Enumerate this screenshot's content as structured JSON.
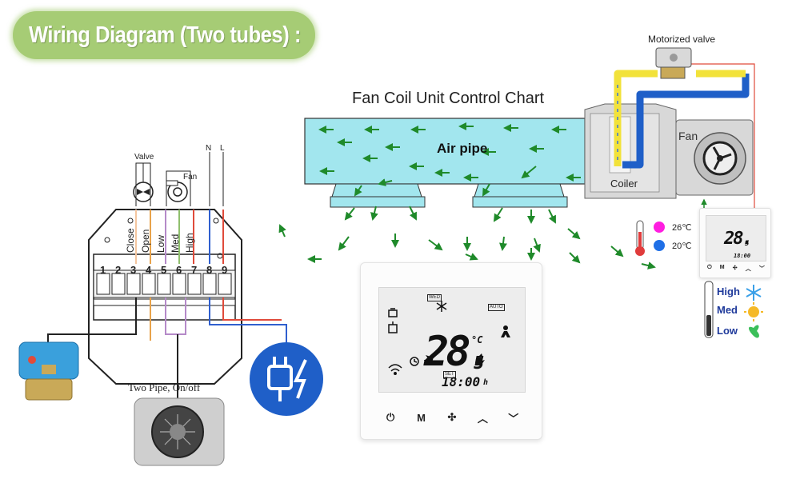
{
  "title": "Wiring Diagram (Two tubes) :",
  "fan_coil": {
    "chart_title": "Fan Coil Unit Control Chart",
    "air_pipe_label": "Air pipe",
    "motorized_valve_label": "Motorized valve",
    "fan_label": "Fan",
    "coiler_label": "Coiler"
  },
  "wiring": {
    "valve_label": "Valve",
    "fan_label": "Fan",
    "n_label": "N",
    "l_label": "L",
    "terminal_labels": [
      "Close",
      "Open",
      "Low",
      "Med",
      "High"
    ],
    "terminal_numbers": [
      "1",
      "2",
      "3",
      "4",
      "5",
      "6",
      "7",
      "8",
      "9"
    ],
    "caption": "Two Pipe, On/off",
    "wire_colors": [
      "#f4c6a0",
      "#e8a34b",
      "#b58ac8",
      "#8fbf6d",
      "#e04b3b",
      "#2f5fcf",
      "#e04b3b"
    ]
  },
  "thermostat_main": {
    "temperature": "28.",
    "temperature_decimal": "5",
    "unit": "°C",
    "time": "18:00",
    "time_unit": "h",
    "tag_wed": "WED",
    "tag_auto": "AUTO",
    "tag_set": "SET",
    "buttons": [
      "⏻",
      "M",
      "✣",
      "︿",
      "﹀"
    ]
  },
  "thermostat_small": {
    "temperature": "28.",
    "temperature_decimal": "5",
    "time": "18:00",
    "buttons": [
      "⏻",
      "M",
      "✣",
      "︿",
      "﹀"
    ]
  },
  "legend": {
    "temp_hot": "26℃",
    "temp_cool": "20℃",
    "speed_high": "High",
    "speed_med": "Med",
    "speed_low": "Low",
    "colors": {
      "hot_dot": "#ff1ee0",
      "cool_dot": "#1f6fe6",
      "air": "#9fe8f0",
      "arrow": "#1f8a2a",
      "hot_pipe": "#f2e23a",
      "cold_pipe": "#1f5fc8"
    }
  }
}
